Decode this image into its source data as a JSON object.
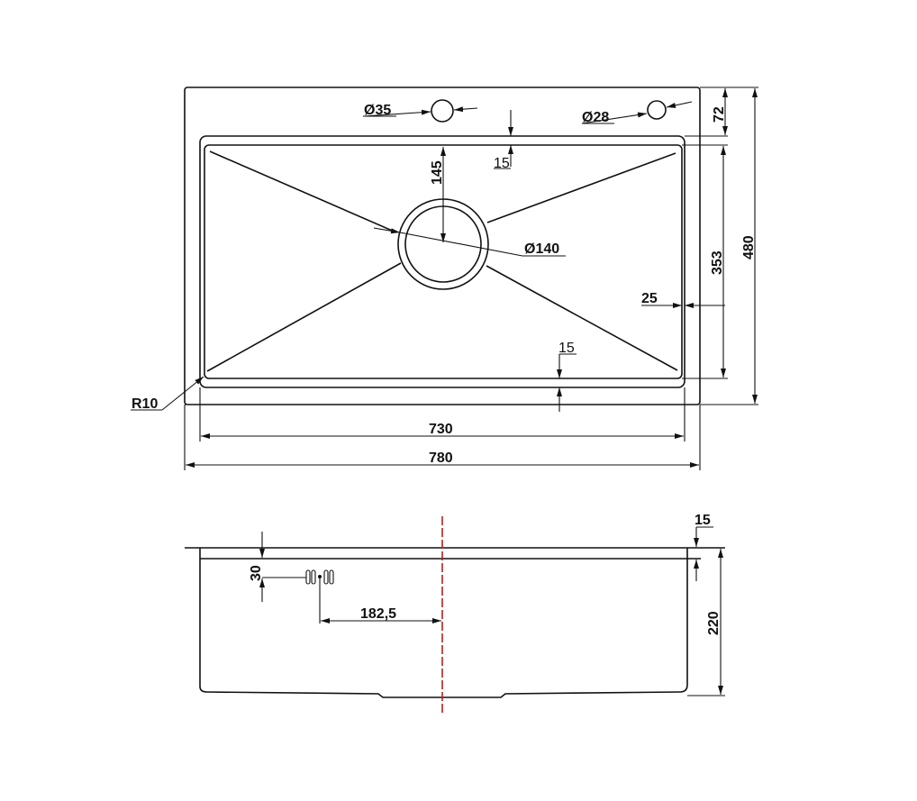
{
  "top_view": {
    "faucet_hole_1": "Ø35",
    "faucet_hole_2": "Ø28",
    "drain": "Ø140",
    "drain_offset": "145",
    "flange_top": "15",
    "flange_bottom": "15",
    "deck_depth": "72",
    "basin_depth": "353",
    "total_depth": "480",
    "side_margin": "25",
    "corner_radius": "R10",
    "basin_width": "730",
    "total_width": "780"
  },
  "side_view": {
    "overflow_height": "30",
    "overflow_offset": "182,5",
    "bowl_height": "220",
    "flange": "15"
  },
  "colors": {
    "line": "#111111",
    "centerline": "#b22222"
  }
}
